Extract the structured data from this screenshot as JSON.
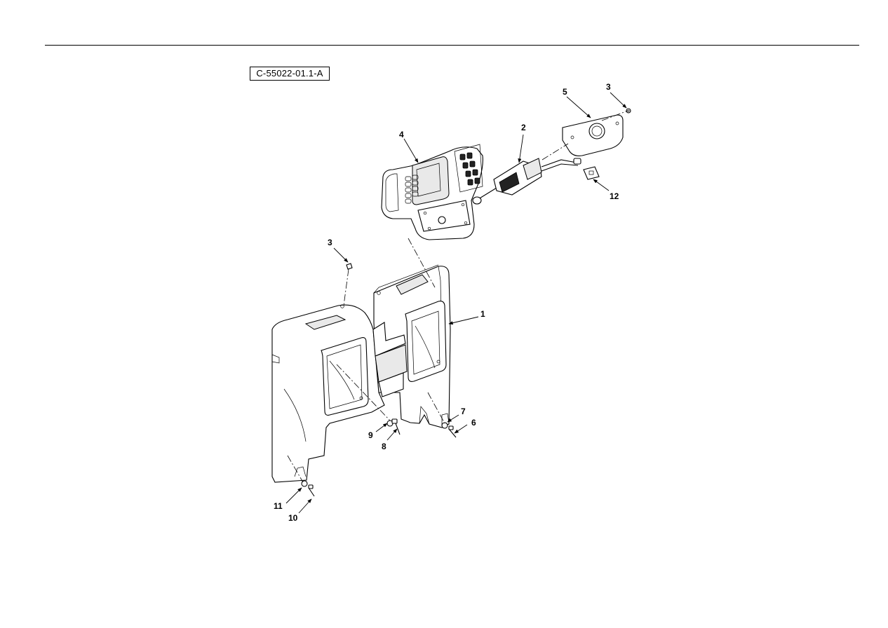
{
  "figure_id": "C-55022-01.1-A",
  "callouts": {
    "c1": "1",
    "c2": "2",
    "c3a": "3",
    "c3b": "3",
    "c4": "4",
    "c5": "5",
    "c6": "6",
    "c7": "7",
    "c8": "8",
    "c9": "9",
    "c10": "10",
    "c11": "11",
    "c12": "12"
  }
}
